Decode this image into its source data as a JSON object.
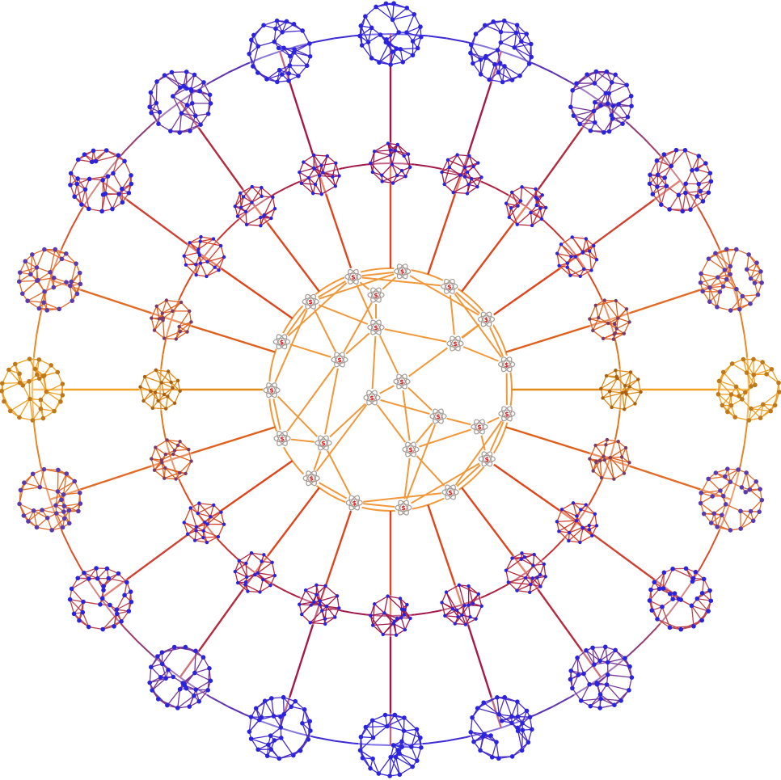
{
  "diagram": {
    "colors": {
      "outer_top": "#3a2ad8",
      "outer_mid": "#d94a2a",
      "outer_side": "#f0a020",
      "middle_top": "#a0154a",
      "middle_mid": "#e0451c",
      "middle_side": "#e08a18",
      "inner": "#f0983a",
      "node_blue": "#2a24e0",
      "node_purple": "#5a3ab0",
      "atom_label": "#d41a1a",
      "atom_orbit": "#a49a93"
    },
    "icons": {
      "outer_cluster": "polyhedron-cluster-icon",
      "middle_cluster": "polyhedron-cluster-icon",
      "inner_node": "atom-icon"
    },
    "atom_symbol": "$",
    "outer_ring_count": 20,
    "middle_ring_count": 20,
    "inner_node_count": 25
  }
}
